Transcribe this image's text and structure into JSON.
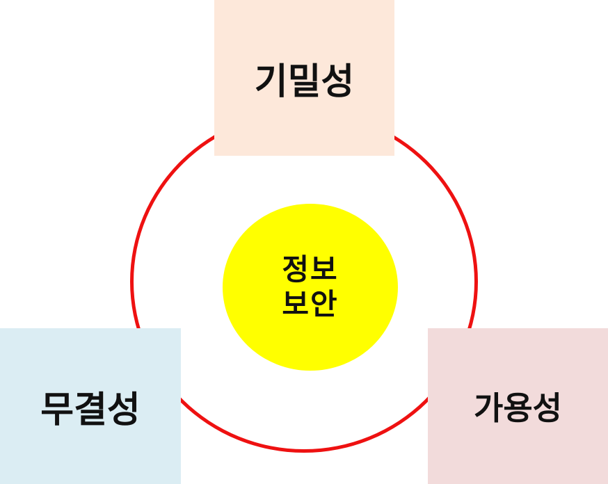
{
  "diagram": {
    "center": {
      "lines": [
        "정보",
        "보안"
      ],
      "color": "#ffff00"
    },
    "ring_color": "#ee1111",
    "nodes": {
      "top": {
        "label": "기밀성",
        "color": "#fde8da"
      },
      "left": {
        "label": "무결성",
        "color": "#dbedf3"
      },
      "right": {
        "label": "가용성",
        "color": "#f2dbdb"
      }
    }
  }
}
